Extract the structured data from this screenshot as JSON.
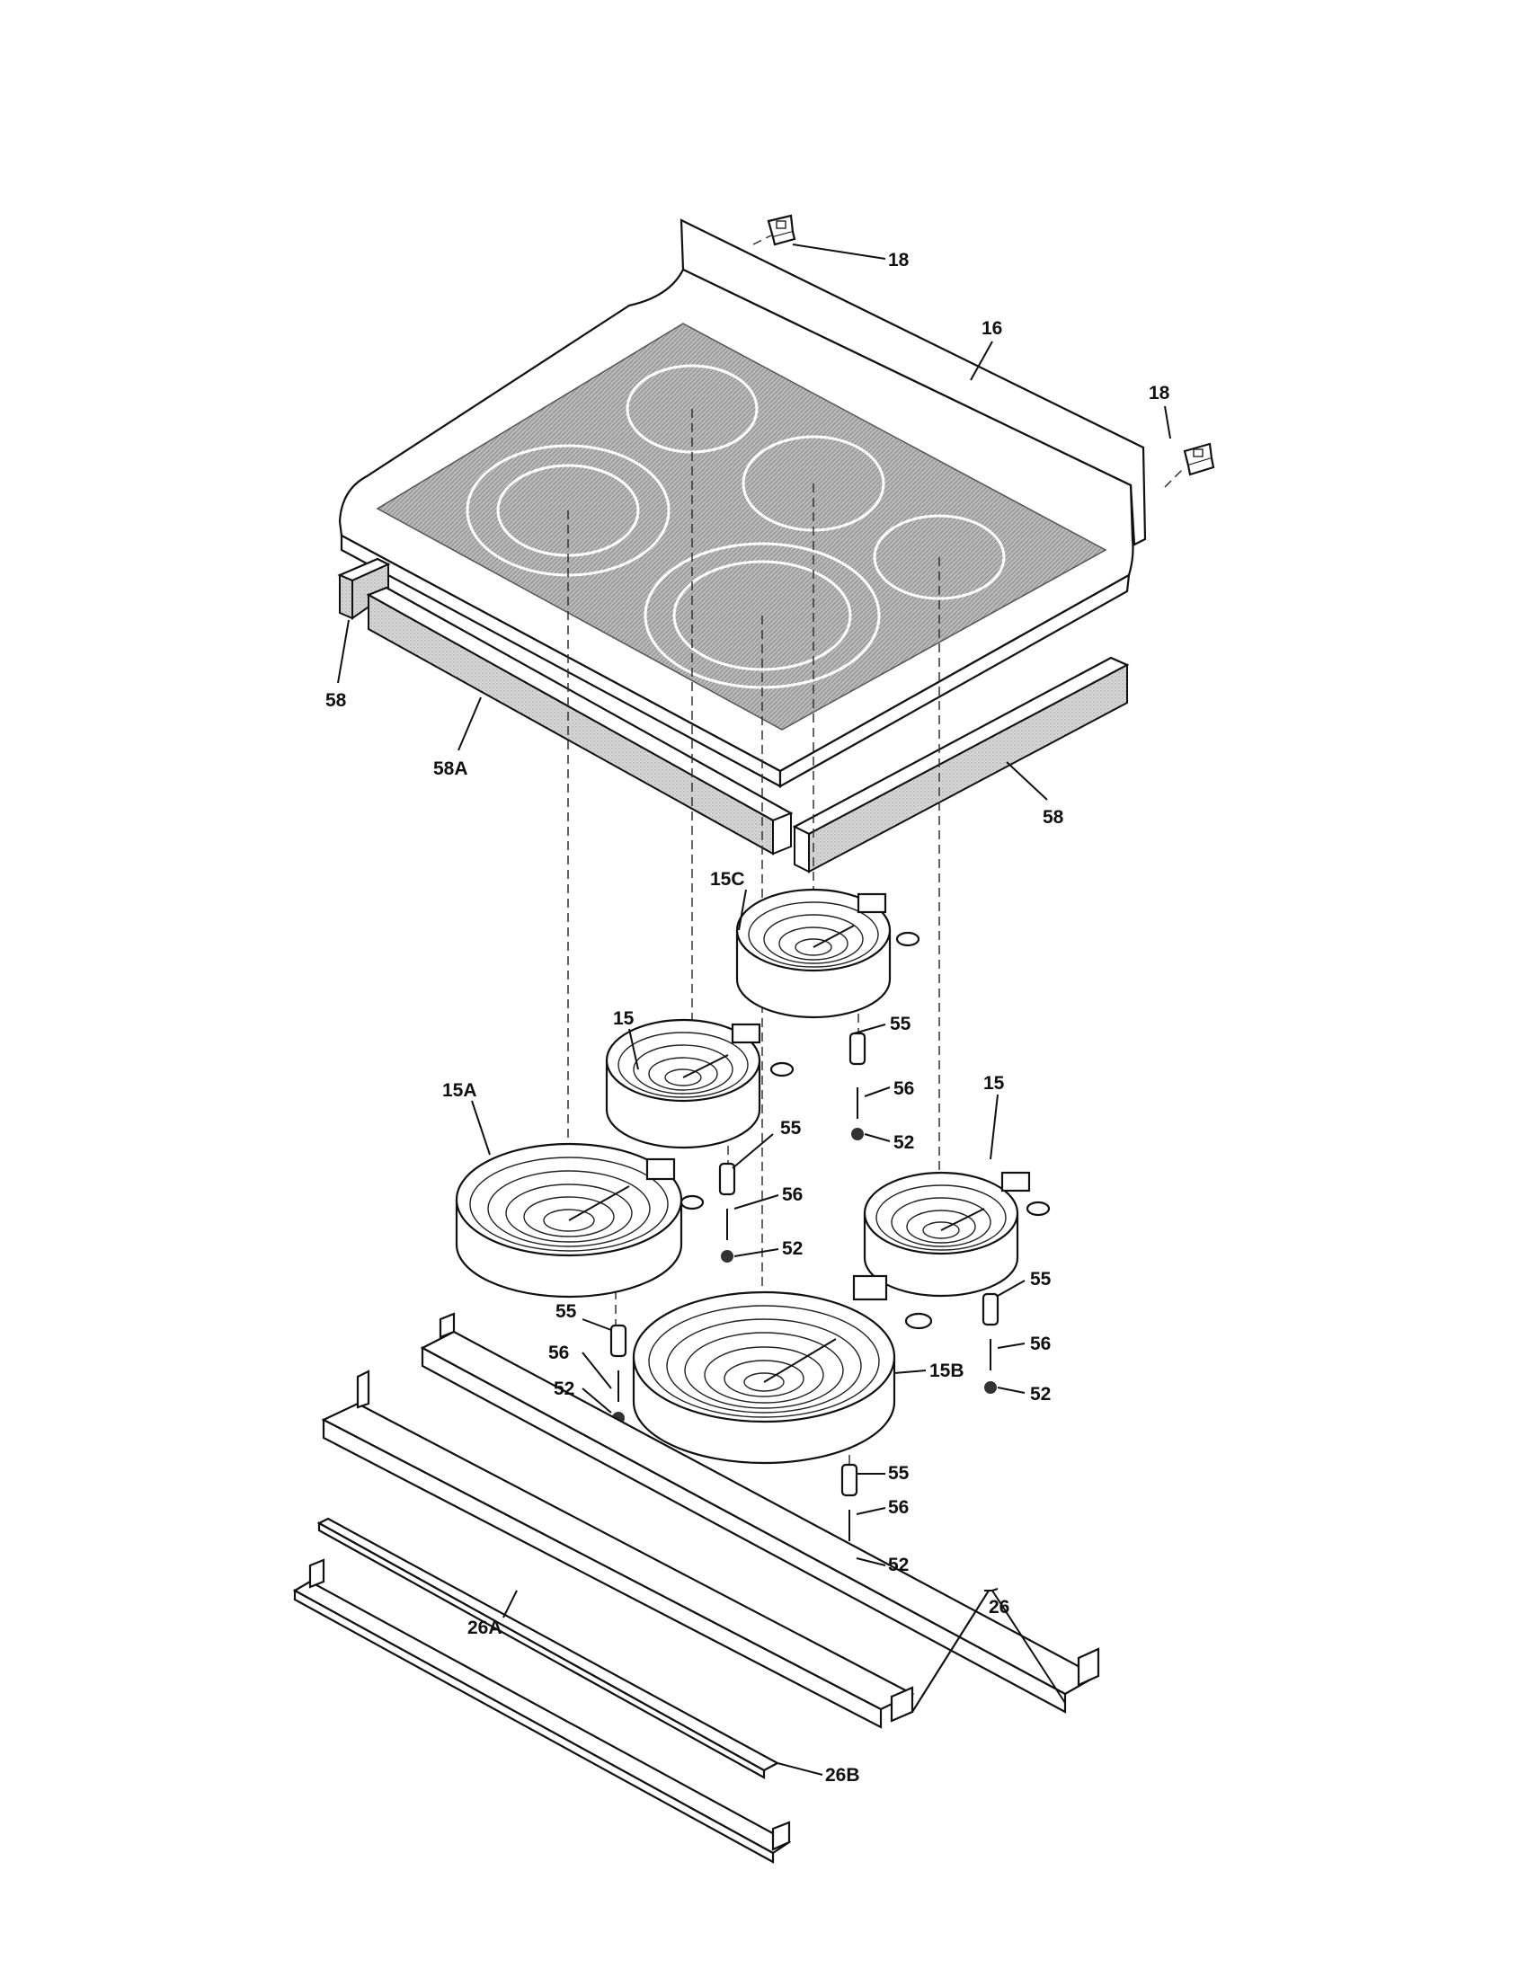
{
  "callouts": {
    "c18a": "18",
    "c16": "16",
    "c18b": "18",
    "c58_left": "58",
    "c58a": "58A",
    "c58_right": "58",
    "c15c": "15C",
    "c15_mid": "15",
    "c55_a": "55",
    "c56_a": "56",
    "c52_a": "52",
    "c15a": "15A",
    "c55_b": "55",
    "c56_b": "56",
    "c52_b": "52",
    "c15_right": "15",
    "c55_c": "55",
    "c56_c": "56",
    "c52_c": "52",
    "c55_d": "55",
    "c56_d": "56",
    "c52_d": "52",
    "c15b": "15B",
    "c55_e": "55",
    "c56_e": "56",
    "c52_e": "52",
    "c26": "26",
    "c26a": "26A",
    "c26b": "26B"
  }
}
